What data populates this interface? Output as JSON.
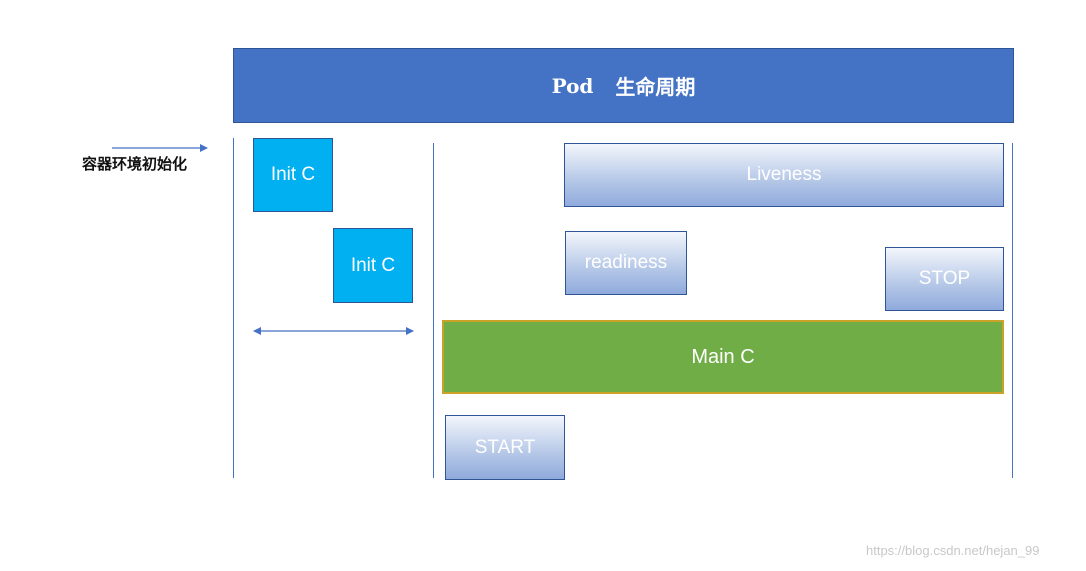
{
  "header": {
    "title_en": "Pod",
    "title_cn": "生命周期"
  },
  "side_label": "容器环境初始化",
  "init_containers": [
    {
      "label": "Init C"
    },
    {
      "label": "Init C"
    }
  ],
  "probes": {
    "liveness": "Liveness",
    "readiness": "readiness"
  },
  "hooks": {
    "start": "START",
    "stop": "STOP"
  },
  "main_container": "Main C",
  "watermark": "https://blog.csdn.net/hejan_99",
  "colors": {
    "header": "#4472c4",
    "init": "#00b0f0",
    "main": "#70ad47",
    "main_border": "#c9a227",
    "line": "#4472c4"
  }
}
